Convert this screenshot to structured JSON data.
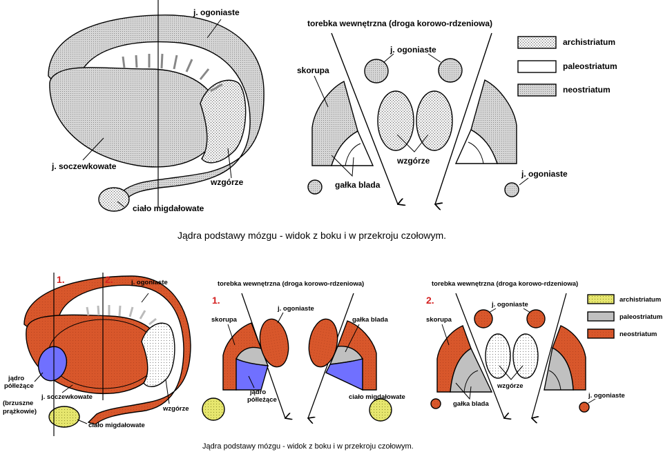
{
  "colors": {
    "archistriatum": "#e6e66e",
    "paleostriatum": "#c0c0c0",
    "neostriatum": "#d8572b",
    "globus_pallidus_medial": "#7070ff",
    "numbers": "#d42020"
  },
  "top": {
    "side": {
      "caudate": "j. ogoniaste",
      "lentiform": "j. soczewkowate",
      "thalamus": "wzgórze",
      "amygdala": "ciało migdałowate"
    },
    "section": {
      "capsule": "torebka wewnętrzna (droga korowo-rdzeniowa)",
      "caudate": "j. ogoniaste",
      "putamen": "skorupa",
      "thalamus": "wzgórze",
      "pallidus": "gałka blada",
      "caudate_small": "j. ogoniaste"
    },
    "legend": [
      {
        "label": "archistriatum",
        "pattern": "dots"
      },
      {
        "label": "paleostriatum",
        "pattern": "none"
      },
      {
        "label": "neostriatum",
        "pattern": "grid"
      }
    ],
    "caption": "Jądra podstawy mózgu - widok z boku i w przekroju czołowym."
  },
  "bottom": {
    "numbers": {
      "one": "1.",
      "two": "2.",
      "one_b": "1.",
      "two_b": "2."
    },
    "side": {
      "caudate": "j. ogoniaste",
      "accumbens_1": "jądro",
      "accumbens_2": "półleżące",
      "striatum_1": "(brzuszne",
      "striatum_2": "prążkowie)",
      "lentiform": "j. soczewkowate",
      "thalamus": "wzgórze",
      "amygdala": "ciało migdałowate"
    },
    "section1": {
      "capsule": "torebka wewnętrzna (droga korowo-rdzeniowa)",
      "putamen": "skorupa",
      "caudate": "j. ogoniaste",
      "pallidus": "gałka blada",
      "accumbens_1": "jądro",
      "accumbens_2": "półleżące",
      "amygdala": "ciało migdałowate"
    },
    "section2": {
      "capsule": "torebka wewnętrzna (droga korowo-rdzeniowa)",
      "caudate": "j. ogoniaste",
      "putamen": "skorupa",
      "thalamus": "wzgórze",
      "pallidus": "gałka blada",
      "caudate_small": "j. ogoniaste"
    },
    "legend": [
      {
        "label": "archistriatum"
      },
      {
        "label": "paleostriatum"
      },
      {
        "label": "neostriatum"
      }
    ],
    "caption": "Jądra podstawy mózgu - widok z boku i w przekroju czołowym."
  }
}
